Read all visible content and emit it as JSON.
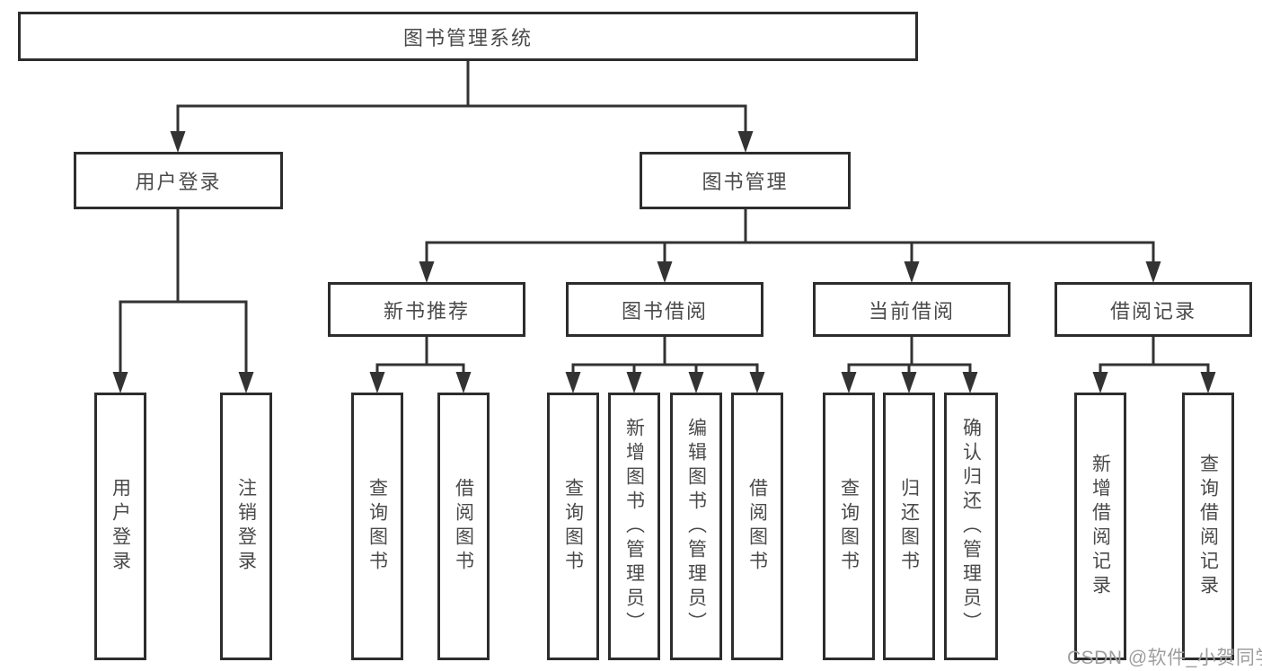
{
  "colors": {
    "line": "#333333",
    "box_border": "#2d2d2d",
    "text": "#4a4a4a",
    "watermark": "#9e9e9e",
    "background": "#ffffff"
  },
  "watermark": {
    "text": "CSDN @软件_小贺同学"
  },
  "tree": {
    "label": "图书管理系统",
    "children": [
      {
        "label": "用户登录",
        "children": [
          {
            "label": "用户登录"
          },
          {
            "label": "注销登录"
          }
        ]
      },
      {
        "label": "图书管理",
        "children": [
          {
            "label": "新书推荐",
            "children": [
              {
                "label": "查询图书"
              },
              {
                "label": "借阅图书"
              }
            ]
          },
          {
            "label": "图书借阅",
            "children": [
              {
                "label": "查询图书"
              },
              {
                "label": "新增图书（管理员）"
              },
              {
                "label": "编辑图书（管理员）"
              },
              {
                "label": "借阅图书"
              }
            ]
          },
          {
            "label": "当前借阅",
            "children": [
              {
                "label": "查询图书"
              },
              {
                "label": "归还图书"
              },
              {
                "label": "确认归还（管理员）"
              }
            ]
          },
          {
            "label": "借阅记录",
            "children": [
              {
                "label": "新增借阅记录"
              },
              {
                "label": "查询借阅记录"
              }
            ]
          }
        ]
      }
    ]
  }
}
